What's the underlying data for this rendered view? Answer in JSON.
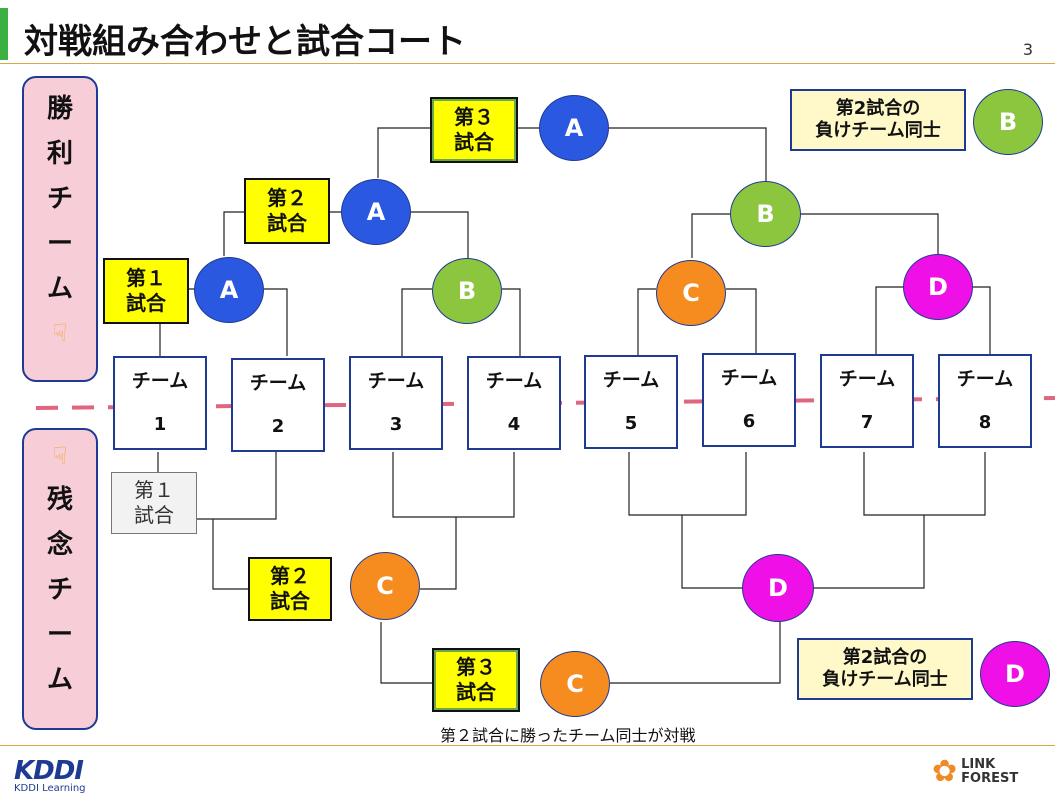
{
  "header": {
    "title": "対戦組み合わせと試合コート",
    "page_number": "3"
  },
  "side_panels": {
    "win": {
      "chars": [
        "勝",
        "利",
        "チ",
        "ー",
        "ム"
      ],
      "icon": "pointing-hand-down-icon"
    },
    "lose": {
      "chars": [
        "残",
        "念",
        "チ",
        "ー",
        "ム"
      ],
      "icon": "pointing-hand-down-icon"
    }
  },
  "teams": [
    {
      "label": "チーム",
      "number": "1"
    },
    {
      "label": "チーム",
      "number": "2"
    },
    {
      "label": "チーム",
      "number": "3"
    },
    {
      "label": "チーム",
      "number": "4"
    },
    {
      "label": "チーム",
      "number": "5"
    },
    {
      "label": "チーム",
      "number": "6"
    },
    {
      "label": "チーム",
      "number": "7"
    },
    {
      "label": "チーム",
      "number": "8"
    }
  ],
  "circles": {
    "A": "A",
    "B": "B",
    "C": "C",
    "D": "D"
  },
  "colors": {
    "A": "#2b58e0",
    "B": "#8cc63f",
    "C": "#f68b1f",
    "D": "#ee10e6",
    "match_bg": "#ffff00",
    "note_bg": "#fff9c9",
    "dash": "#e06680",
    "panel": "#f7cdd8"
  },
  "matches": {
    "m1_line1": "第１",
    "m1_line2": "試合",
    "m2_line1": "第２",
    "m2_line2": "試合",
    "m3_line1": "第３",
    "m3_line2": "試合",
    "lose_m1_line1": "第１",
    "lose_m1_line2": "試合",
    "lose_m2_line1": "第２",
    "lose_m2_line2": "試合",
    "lose_m3_line1": "第３",
    "lose_m3_line2": "試合"
  },
  "notes": {
    "top_line1": "第2試合の",
    "top_line2": "負けチーム同士",
    "bottom_line1": "第2試合の",
    "bottom_line2": "負けチーム同士"
  },
  "caption": "第２試合に勝ったチーム同士が対戦",
  "footer": {
    "kddi_mark": "KDDI",
    "kddi_sub": "KDDI Learning",
    "lf_line1": "LINK",
    "lf_line2": "FOREST"
  }
}
